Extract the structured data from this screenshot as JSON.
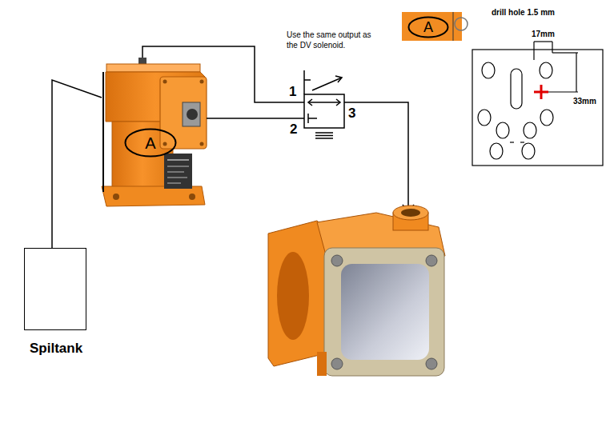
{
  "diagram": {
    "nodes": [
      {
        "text": [
          "A"
        ]
      },
      {
        "text": [
          "A"
        ]
      },
      {
        "text": [
          "Spiltank"
        ]
      }
    ],
    "labels": [
      "Use the same output as the DV solenoid.",
      "1",
      "2",
      "3",
      "drill hole 1.5 mm",
      "17mm",
      "33mm"
    ]
  }
}
